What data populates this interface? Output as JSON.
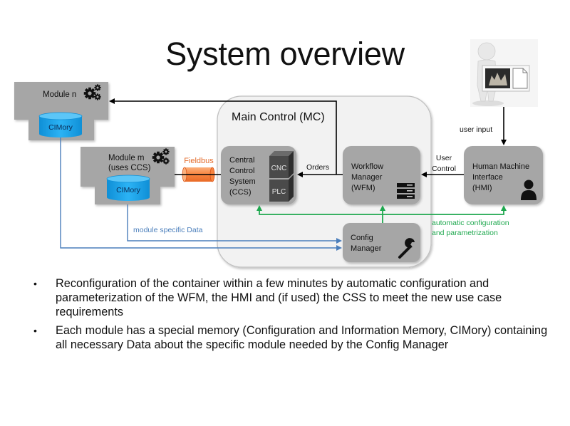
{
  "slide": {
    "title": "System overview"
  },
  "diagram": {
    "main_control": {
      "label": "Main Control (MC)"
    },
    "module_n": {
      "label": "Module n",
      "memory": "CIMory"
    },
    "module_m": {
      "label_line1": "Module m",
      "label_line2": "(uses CCS)",
      "memory": "CIMory"
    },
    "fieldbus": {
      "label": "Fieldbus"
    },
    "ccs": {
      "lines": [
        "Central",
        "Control",
        "System",
        "(CCS)"
      ],
      "cube_top": "CNC",
      "cube_bottom": "PLC"
    },
    "wfm": {
      "lines": [
        "Workflow",
        "Manager",
        "(WFM)"
      ]
    },
    "hmi": {
      "lines": [
        "Human Machine",
        "Interface",
        "(HMI)"
      ]
    },
    "config_manager": {
      "lines": [
        "Config",
        "Manager"
      ]
    },
    "edges": {
      "orders": "Orders",
      "user_control_line1": "User",
      "user_control_line2": "Control",
      "user_input": "user input",
      "module_data": "module specific Data",
      "auto_config_line1": "automatic configuration",
      "auto_config_line2": "and parametrization"
    },
    "colors": {
      "box_gray": "#a6a6a6",
      "container_bg": "#f2f2f2",
      "cimory_blue": "#1aa3e8",
      "fieldbus_orange": "#f8843f",
      "fieldbus_text": "#e36c2c",
      "data_blue": "#4a7ebb",
      "config_green": "#1fa84f",
      "arrow_black": "#000000",
      "cube_dark": "#4a4a4a"
    },
    "icons": {
      "gears": "gears-icon",
      "server": "server-icon",
      "user": "user-icon",
      "wrench": "wrench-icon",
      "presenter": "presenter-figure-icon"
    }
  },
  "bullets": [
    {
      "marker": "•",
      "text": "Reconfiguration of the container within a few minutes by automatic configuration and parameterization of the WFM, the HMI and (if used) the CSS to meet the new use case requirements"
    },
    {
      "marker": "•",
      "text": "Each module has a special memory (Configuration and Information Memory, CIMory) containing all necessary Data about the specific module needed by the Config Manager"
    }
  ]
}
